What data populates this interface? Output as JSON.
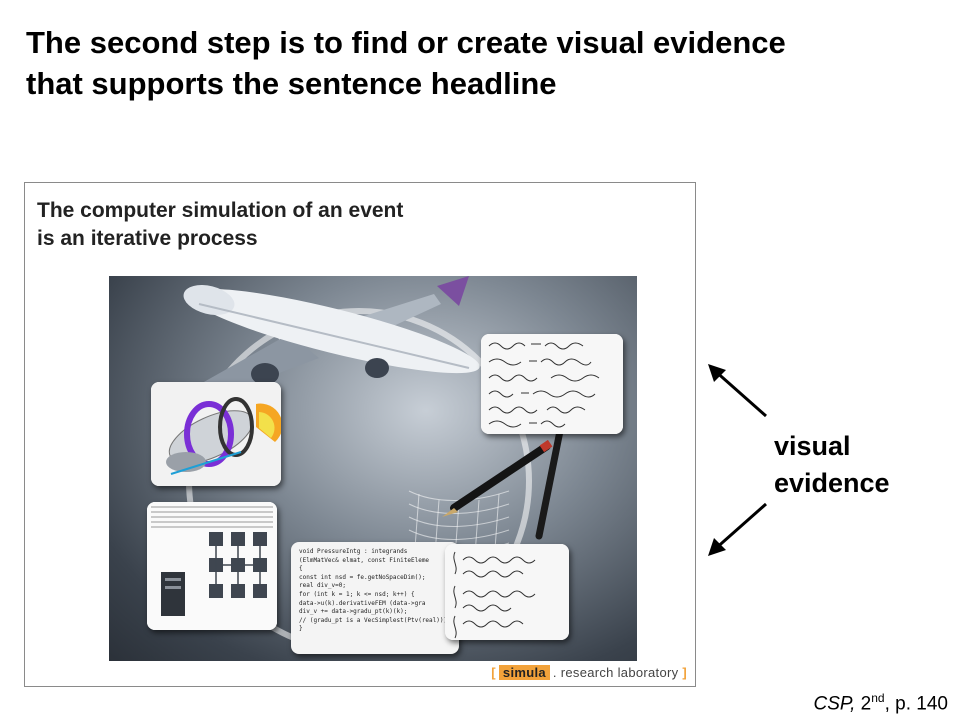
{
  "slide": {
    "title_line1": "The second step is to find or create visual evidence",
    "title_line2": "that supports the sentence headline"
  },
  "example_slide": {
    "title_line1": "The computer simulation of an event",
    "title_line2": "is an iterative process",
    "code_lines": [
      "void PressureIntg : integrands",
      "  (ElmMatVec& elmat, const FiniteEleme",
      "{",
      "  const int nsd = fe.getNoSpaceDim();",
      "  real div_v=0;",
      "  for (int k = 1; k <= nsd; k++) {",
      "    data->u(k).derivativeFEM (data->gra",
      "    div_v += data->gradu_pt(k)(k);",
      "    // (gradu_pt is a VecSimplest(Ptv(real)))",
      "  }"
    ],
    "footer": {
      "bracket_open": "[",
      "brand": "simula",
      "rest": ". research laboratory",
      "bracket_close": "]"
    }
  },
  "annotation": {
    "line1": "visual",
    "line2": "evidence",
    "arrow_color": "#000000"
  },
  "citation": {
    "work": "CSP,",
    "edition_num": "2",
    "edition_sup": "nd",
    "page": ", p. 140"
  }
}
